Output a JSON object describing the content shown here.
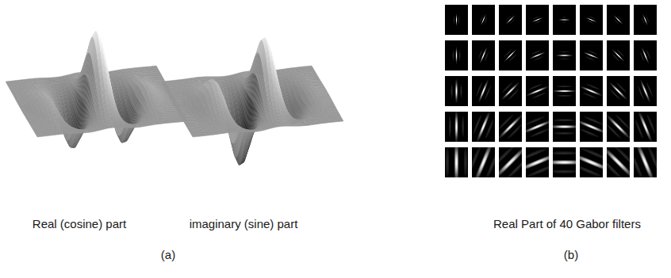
{
  "diagram": {
    "labels": [
      "Real (cosine) part",
      "imaginary (sine) part",
      "(a)",
      "Real Part of 40 Gabor filters",
      "(b)"
    ]
  }
}
